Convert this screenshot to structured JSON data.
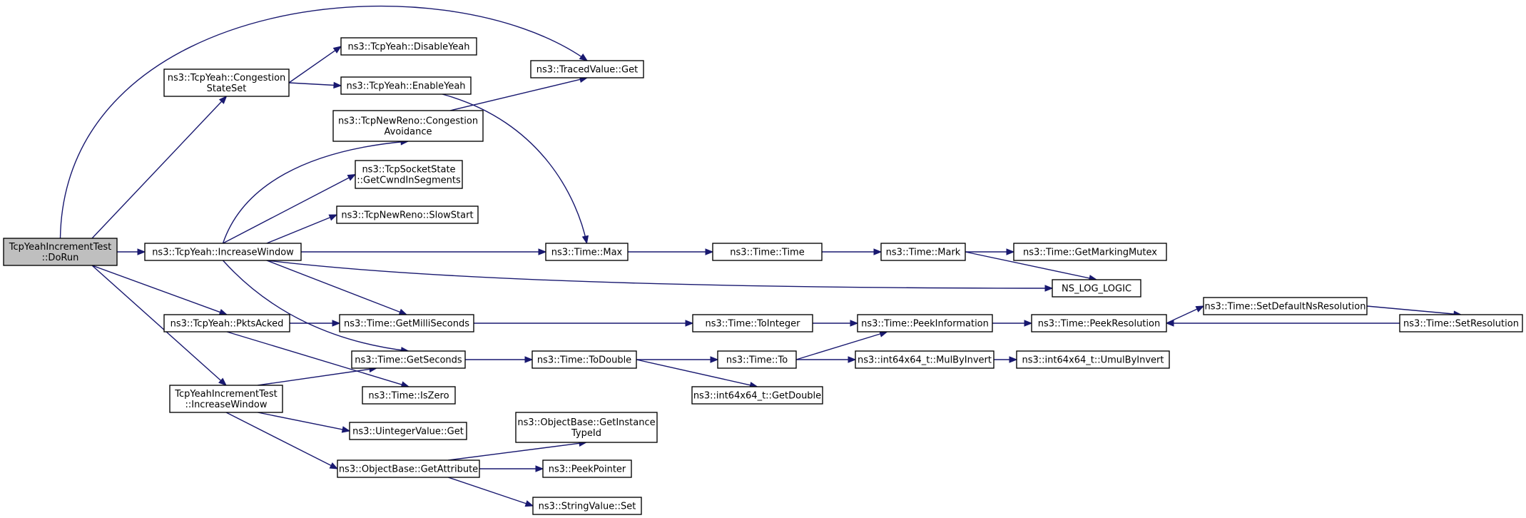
{
  "graph": {
    "title": "",
    "edge_color": "#191970",
    "root_fill": "#bfbfbf",
    "node_fill": "#ffffff",
    "nodes": [
      {
        "id": "dorun",
        "lines": [
          "TcpYeahIncrementTest",
          "::DoRun"
        ],
        "root": true
      },
      {
        "id": "congstate",
        "lines": [
          "ns3::TcpYeah::Congestion",
          "StateSet"
        ]
      },
      {
        "id": "disable",
        "lines": [
          "ns3::TcpYeah::DisableYeah"
        ]
      },
      {
        "id": "enable",
        "lines": [
          "ns3::TcpYeah::EnableYeah"
        ]
      },
      {
        "id": "tracedget",
        "lines": [
          "ns3::TracedValue::Get"
        ]
      },
      {
        "id": "congavoid",
        "lines": [
          "ns3::TcpNewReno::Congestion",
          "Avoidance"
        ]
      },
      {
        "id": "cwnd",
        "lines": [
          "ns3::TcpSocketState",
          "::GetCwndInSegments"
        ]
      },
      {
        "id": "slowstart",
        "lines": [
          "ns3::TcpNewReno::SlowStart"
        ]
      },
      {
        "id": "incwin",
        "lines": [
          "ns3::TcpYeah::IncreaseWindow"
        ]
      },
      {
        "id": "tmax",
        "lines": [
          "ns3::Time::Max"
        ]
      },
      {
        "id": "ttime",
        "lines": [
          "ns3::Time::Time"
        ]
      },
      {
        "id": "tmark",
        "lines": [
          "ns3::Time::Mark"
        ]
      },
      {
        "id": "mutex",
        "lines": [
          "ns3::Time::GetMarkingMutex"
        ]
      },
      {
        "id": "nslog",
        "lines": [
          "NS_LOG_LOGIC"
        ]
      },
      {
        "id": "pkts",
        "lines": [
          "ns3::TcpYeah::PktsAcked"
        ]
      },
      {
        "id": "getms",
        "lines": [
          "ns3::Time::GetMilliSeconds"
        ]
      },
      {
        "id": "toint",
        "lines": [
          "ns3::Time::ToInteger"
        ]
      },
      {
        "id": "peekinfo",
        "lines": [
          "ns3::Time::PeekInformation"
        ]
      },
      {
        "id": "peekres",
        "lines": [
          "ns3::Time::PeekResolution"
        ]
      },
      {
        "id": "setdef",
        "lines": [
          "ns3::Time::SetDefaultNsResolution"
        ]
      },
      {
        "id": "setres",
        "lines": [
          "ns3::Time::SetResolution"
        ]
      },
      {
        "id": "getsec",
        "lines": [
          "ns3::Time::GetSeconds"
        ]
      },
      {
        "id": "todouble",
        "lines": [
          "ns3::Time::ToDouble"
        ]
      },
      {
        "id": "tto",
        "lines": [
          "ns3::Time::To"
        ]
      },
      {
        "id": "mulinv",
        "lines": [
          "ns3::int64x64_t::MulByInvert"
        ]
      },
      {
        "id": "umulinv",
        "lines": [
          "ns3::int64x64_t::UmulByInvert"
        ]
      },
      {
        "id": "iszero",
        "lines": [
          "ns3::Time::IsZero"
        ]
      },
      {
        "id": "getdouble",
        "lines": [
          "ns3::int64x64_t::GetDouble"
        ]
      },
      {
        "id": "testinc",
        "lines": [
          "TcpYeahIncrementTest",
          "::IncreaseWindow"
        ]
      },
      {
        "id": "uintget",
        "lines": [
          "ns3::UintegerValue::Get"
        ]
      },
      {
        "id": "getinst",
        "lines": [
          "ns3::ObjectBase::GetInstance",
          "TypeId"
        ]
      },
      {
        "id": "getattr",
        "lines": [
          "ns3::ObjectBase::GetAttribute"
        ]
      },
      {
        "id": "peekptr",
        "lines": [
          "ns3::PeekPointer"
        ]
      },
      {
        "id": "strset",
        "lines": [
          "ns3::StringValue::Set"
        ]
      }
    ],
    "edges": [
      [
        "dorun",
        "tracedget"
      ],
      [
        "dorun",
        "congstate"
      ],
      [
        "dorun",
        "incwin"
      ],
      [
        "dorun",
        "pkts"
      ],
      [
        "dorun",
        "testinc"
      ],
      [
        "congstate",
        "disable"
      ],
      [
        "congstate",
        "enable"
      ],
      [
        "enable",
        "tmax"
      ],
      [
        "congavoid",
        "tracedget"
      ],
      [
        "incwin",
        "congavoid"
      ],
      [
        "incwin",
        "cwnd"
      ],
      [
        "incwin",
        "slowstart"
      ],
      [
        "incwin",
        "tmax"
      ],
      [
        "incwin",
        "nslog"
      ],
      [
        "incwin",
        "getms"
      ],
      [
        "incwin",
        "getsec"
      ],
      [
        "tmax",
        "ttime"
      ],
      [
        "ttime",
        "tmark"
      ],
      [
        "tmark",
        "mutex"
      ],
      [
        "tmark",
        "nslog"
      ],
      [
        "pkts",
        "getms"
      ],
      [
        "pkts",
        "iszero"
      ],
      [
        "getms",
        "toint"
      ],
      [
        "toint",
        "peekinfo"
      ],
      [
        "peekinfo",
        "peekres"
      ],
      [
        "peekres",
        "setdef"
      ],
      [
        "setdef",
        "setres"
      ],
      [
        "setres",
        "peekres"
      ],
      [
        "getsec",
        "todouble"
      ],
      [
        "todouble",
        "tto"
      ],
      [
        "todouble",
        "getdouble"
      ],
      [
        "tto",
        "peekinfo"
      ],
      [
        "tto",
        "mulinv"
      ],
      [
        "mulinv",
        "umulinv"
      ],
      [
        "testinc",
        "getsec"
      ],
      [
        "testinc",
        "uintget"
      ],
      [
        "testinc",
        "getattr"
      ],
      [
        "getattr",
        "getinst"
      ],
      [
        "getattr",
        "peekptr"
      ],
      [
        "getattr",
        "strset"
      ]
    ]
  }
}
